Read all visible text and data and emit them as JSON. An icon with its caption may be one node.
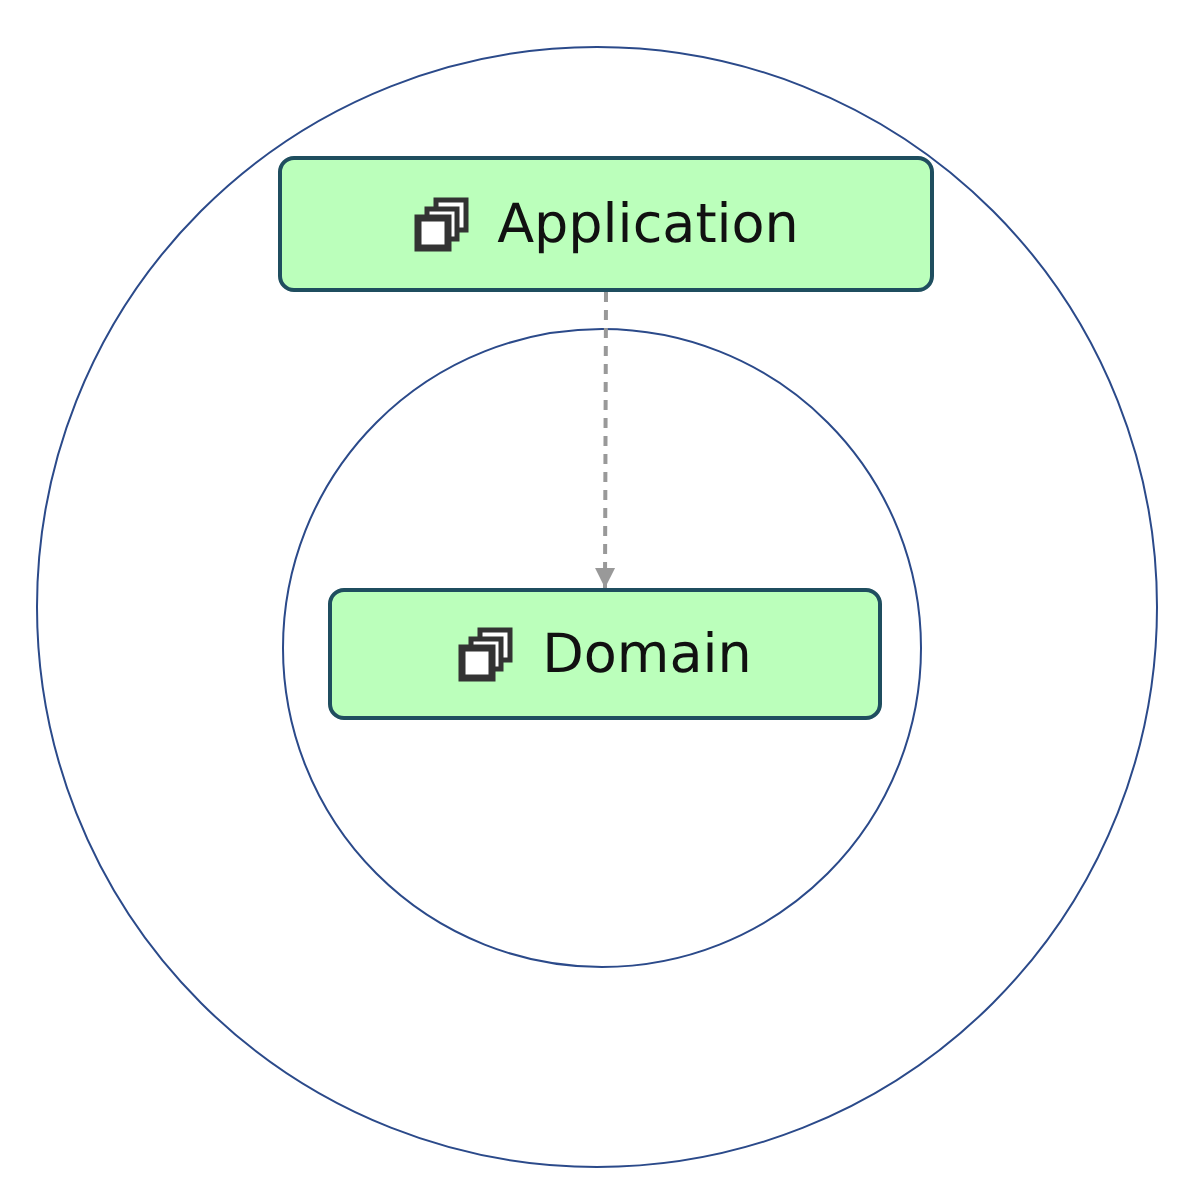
{
  "diagram": {
    "nodes": [
      {
        "text": [],
        "shape": "circle"
      },
      {
        "text": [
          "Application"
        ],
        "in": 0
      },
      {
        "text": [],
        "shape": "circle",
        "in": 0
      },
      {
        "text": [
          "Domain"
        ],
        "in": 2
      }
    ],
    "edges": [
      {
        "from": 1,
        "to": 3,
        "arrow": "to",
        "style": "dashed",
        "color": "#999999"
      }
    ]
  }
}
